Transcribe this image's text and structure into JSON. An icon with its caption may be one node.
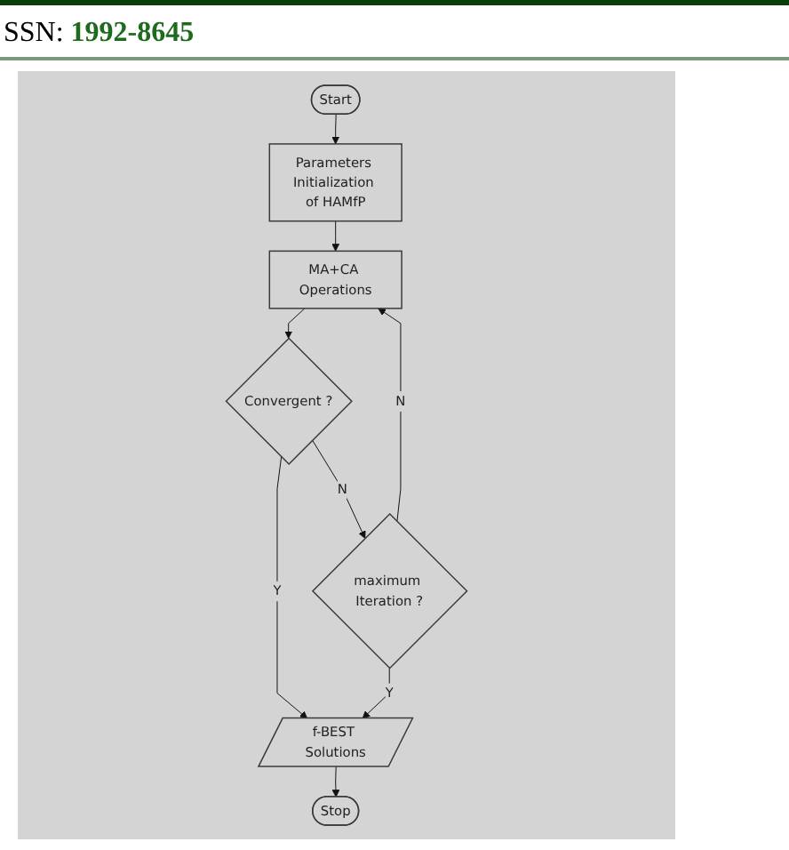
{
  "diagram": {
    "nodes": [
      {
        "text": [
          "Start"
        ]
      },
      {
        "text": [
          "Parameters Initialization of HAMfP"
        ]
      },
      {
        "text": [
          "MA+CA Operations"
        ]
      },
      {
        "text": [
          "Convergent ?"
        ]
      },
      {
        "text": [
          "maximum Iteration ?"
        ]
      },
      {
        "text": [
          "f-BEST Solutions"
        ]
      },
      {
        "text": [
          "Stop"
        ]
      }
    ],
    "edges": [
      {
        "from": 0,
        "to": 1,
        "arrow": "to"
      },
      {
        "from": 1,
        "to": 2,
        "arrow": "to"
      },
      {
        "from": 2,
        "to": 3,
        "arrow": "to"
      },
      {
        "from": 3,
        "to": 4,
        "label": "N",
        "arrow": "to"
      },
      {
        "from": 3,
        "to": 5,
        "label": "Y",
        "arrow": "to"
      },
      {
        "from": 4,
        "to": 2,
        "label": "N",
        "arrow": "to"
      },
      {
        "from": 4,
        "to": 5,
        "label": "Y",
        "arrow": "to"
      },
      {
        "from": 5,
        "to": 6,
        "arrow": "to"
      }
    ],
    "labels": [
      "SSN: **1992-8645**"
    ]
  }
}
